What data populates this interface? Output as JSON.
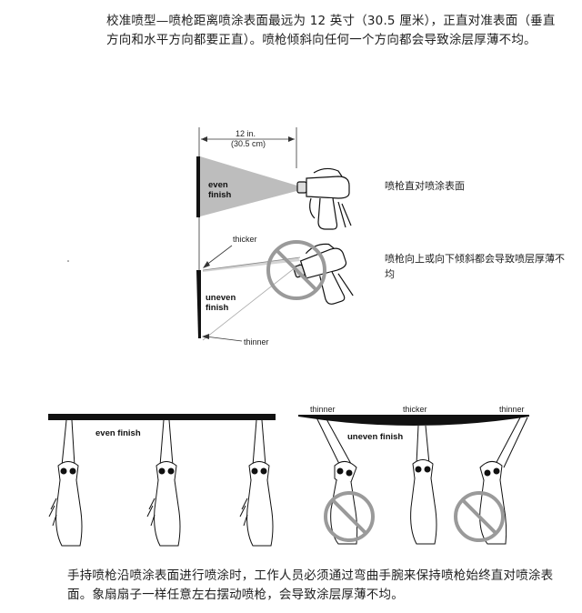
{
  "top_paragraph": "校准喷型—喷枪距离喷涂表面最远为 12 英寸（30.5 厘米），正直对准表面（垂直方向和水平方向都要正直）。喷枪倾斜向任何一个方向都会导致涂层厚薄不均。",
  "upper_diagram": {
    "distance_label_line1": "12 in.",
    "distance_label_line2": "(30.5 cm)",
    "even_label_line1": "even",
    "even_label_line2": "finish",
    "uneven_label_line1": "uneven",
    "uneven_label_line2": "finish",
    "thicker_label": "thicker",
    "thinner_label": "thinner",
    "caption_straight": "喷枪直对喷涂表面",
    "caption_tilt": "喷枪向上或向下倾斜都会导致喷层厚薄不均"
  },
  "lower_diagram": {
    "even_label": "even finish",
    "uneven_label": "uneven finish",
    "thinner_left": "thinner",
    "thicker_mid": "thicker",
    "thinner_right": "thinner"
  },
  "bottom_paragraph": "手持喷枪沿喷涂表面进行喷涂时，工作人员必须通过弯曲手腕来保持喷枪始终直对喷涂表面。象扇扇子一样任意左右摆动喷枪，会导致涂层厚薄不均。",
  "colors": {
    "spray_cone": "#bdbdbd",
    "ink": "#111111",
    "prohibition_circle": "#9a9a9a"
  }
}
